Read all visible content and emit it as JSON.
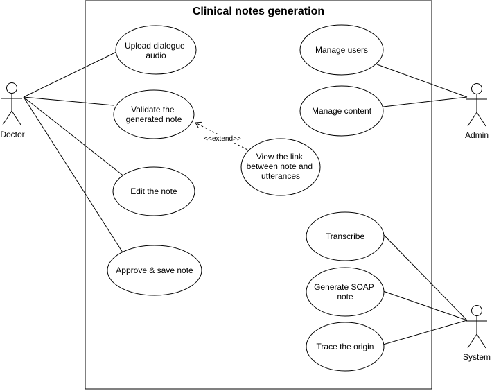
{
  "system": {
    "title": "Clinical notes generation"
  },
  "actors": {
    "doctor": "Doctor",
    "admin": "Admin",
    "system": "System"
  },
  "use_cases": {
    "upload": [
      "Upload dialogue",
      "audio"
    ],
    "validate": [
      "Validate the",
      "generated note"
    ],
    "edit": [
      "Edit the note"
    ],
    "approve": [
      "Approve & save note"
    ],
    "view_link": [
      "View the link",
      "between note and",
      "utterances"
    ],
    "manage_users": [
      "Manage users"
    ],
    "manage_content": [
      "Manage content"
    ],
    "transcribe": [
      "Transcribe"
    ],
    "generate_soap": [
      "Generate SOAP",
      "note"
    ],
    "trace": [
      "Trace the origin"
    ]
  },
  "relations": {
    "extend_label": "<<extend>>"
  }
}
